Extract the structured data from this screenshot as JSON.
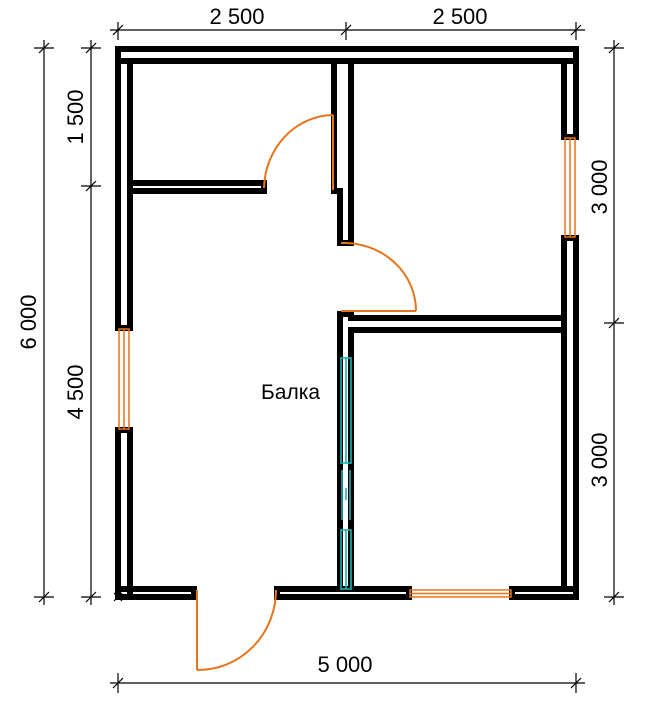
{
  "dimensions": {
    "top_left": "2 500",
    "top_right": "2 500",
    "left_total": "6 000",
    "left_upper": "1 500",
    "left_lower": "4 500",
    "right_upper": "3 000",
    "right_lower": "3 000",
    "bottom_total": "5 000"
  },
  "labels": {
    "beam": "Балка"
  },
  "colors": {
    "wall": "#000000",
    "door": "#e8741c",
    "window": "#e8741c",
    "beam": "#1ab3b3"
  }
}
